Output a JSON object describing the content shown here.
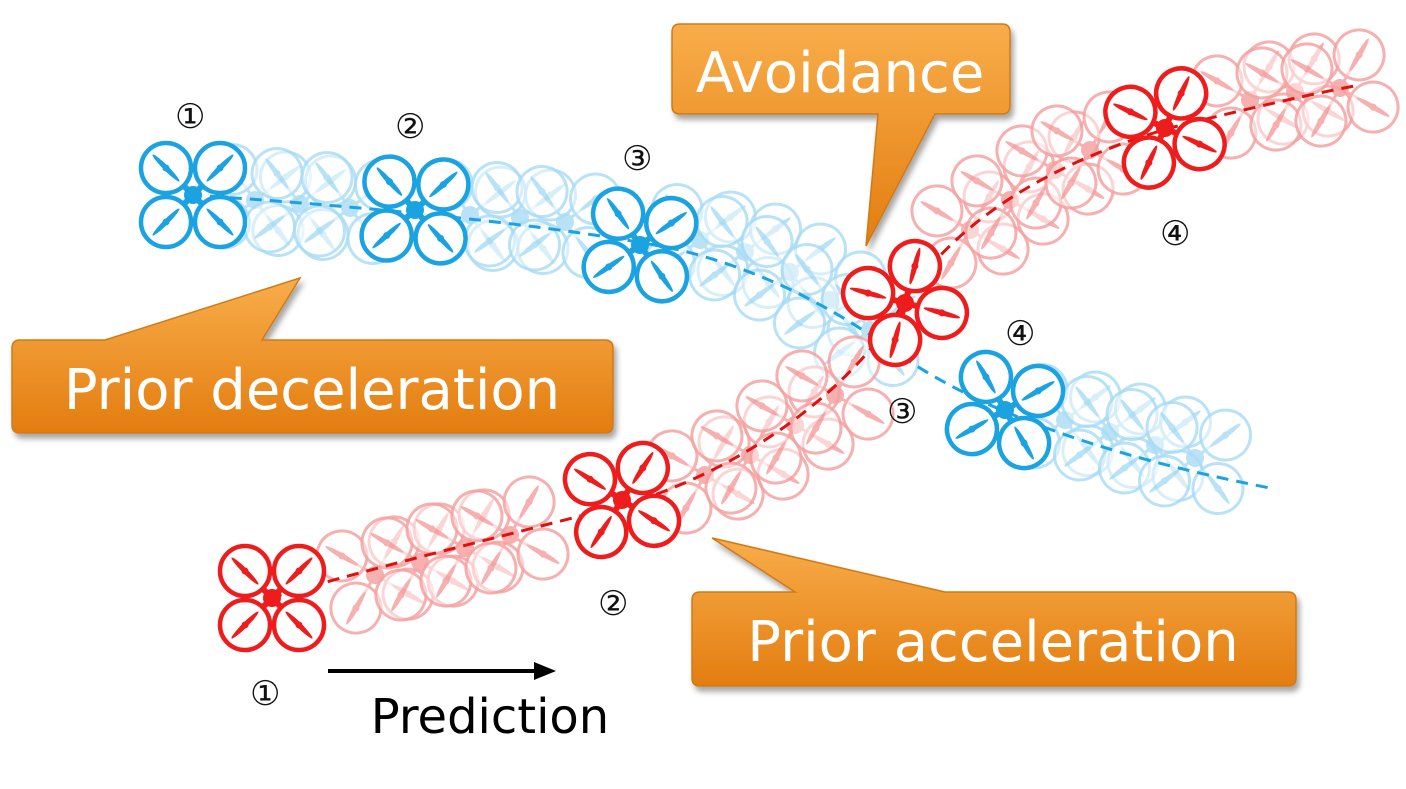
{
  "callouts": {
    "avoidance": "Avoidance",
    "prior_deceleration": "Prior deceleration",
    "prior_acceleration": "Prior acceleration"
  },
  "prediction_label": "Prediction",
  "step_labels": {
    "blue_1": "①",
    "blue_2": "②",
    "blue_3": "③",
    "blue_4": "④",
    "red_1": "①",
    "red_2": "②",
    "red_3": "③",
    "red_4": "④"
  },
  "colors": {
    "blue": "#1aa3e0",
    "blue_light": "#a8dcf5",
    "red": "#ee1c1c",
    "red_light": "#f5a3a3",
    "callout_orange": "#f39a2b",
    "callout_dark": "#c9670c"
  }
}
